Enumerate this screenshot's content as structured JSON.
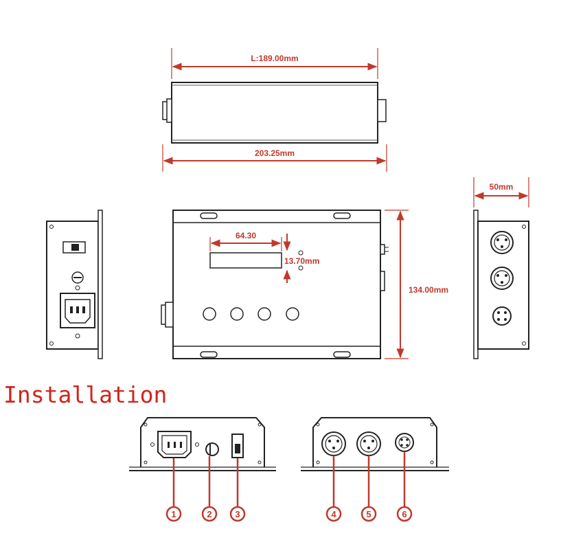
{
  "dimensions": {
    "length_body": "L:189.00mm",
    "length_total": "203.25mm",
    "depth": "50mm",
    "display_width": "64.30",
    "display_height": "13.70mm",
    "height": "134.00mm"
  },
  "section_title": "Installation",
  "callouts": [
    "1",
    "2",
    "3",
    "4",
    "5",
    "6"
  ],
  "colors": {
    "dimension_red": "#c0392b",
    "heading_red": "#d0241c",
    "outline": "#222222"
  }
}
